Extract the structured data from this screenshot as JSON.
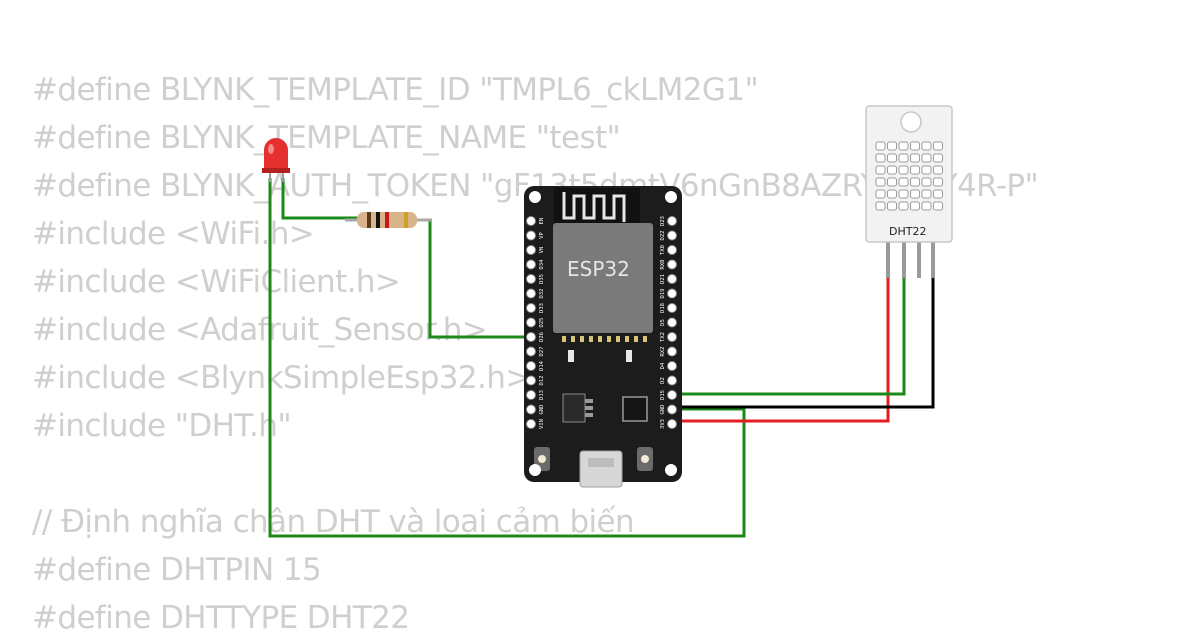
{
  "code_lines": [
    "#define BLYNK_TEMPLATE_ID \"TMPL6_ckLM2G1\"",
    "#define BLYNK_TEMPLATE_NAME \"test\"",
    "#define BLYNK_AUTH_TOKEN \"gF13t5dmtV6nGnB8AZRY...XxY4R-P\"",
    "#include <WiFi.h>",
    "#include <WiFiClient.h>",
    "#include <Adafruit_Sensor.h>",
    "#include <BlynkSimpleEsp32.h>",
    "#include \"DHT.h\"",
    "",
    "// Định nghĩa chân DHT và loại cảm biến",
    "#define DHTPIN 15",
    "#define DHTTYPE DHT22"
  ],
  "board": {
    "label": "ESP32",
    "left_pins": [
      "EN",
      "VP",
      "VN",
      "D34",
      "D35",
      "D32",
      "D33",
      "D25",
      "D26",
      "D27",
      "D14",
      "D12",
      "D13",
      "GND",
      "VIN"
    ],
    "right_pins": [
      "D23",
      "D22",
      "TX0",
      "RX0",
      "D21",
      "D19",
      "D18",
      "D5",
      "TX2",
      "RX2",
      "D4",
      "D2",
      "D15",
      "GND",
      "3V3"
    ]
  },
  "sensor": {
    "label": "DHT22"
  },
  "colors": {
    "wire_green": "#1a8a1a",
    "wire_red": "#e31e1e",
    "wire_black": "#000000",
    "board": "#1c1c1c",
    "led": "#e53030"
  }
}
